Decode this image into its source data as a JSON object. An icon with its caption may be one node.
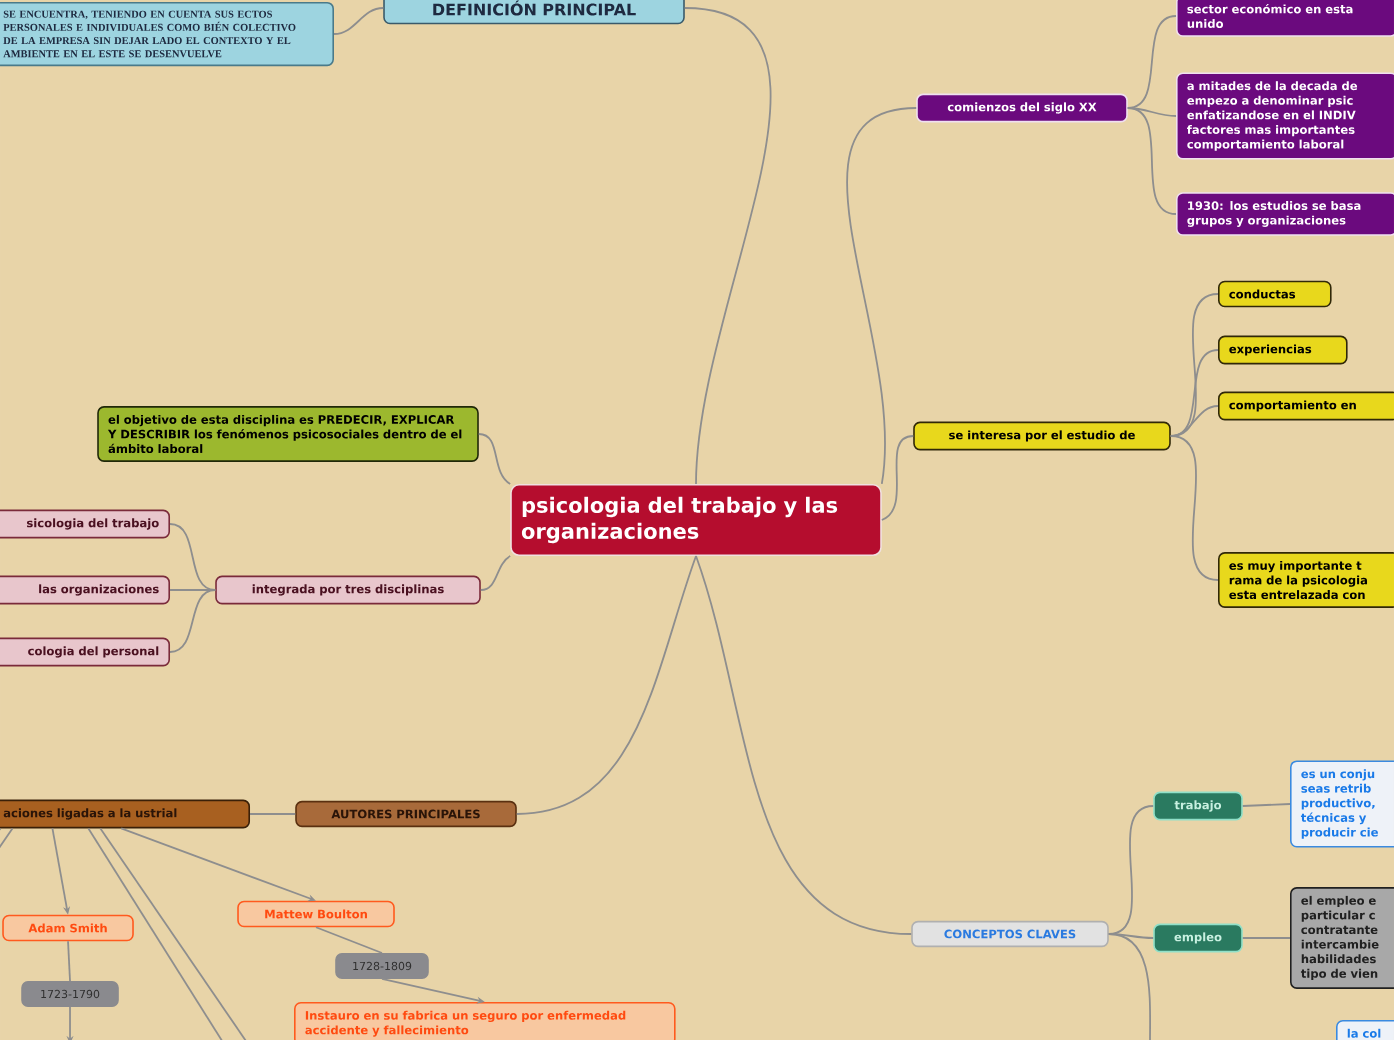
{
  "diagram": {
    "nodes": [
      {
        "text": [
          "SE ENCUENTRA, TENIENDO EN CUENTA SUS ECTOS PERSONALES E INDIVIDUALES COMO BIÉN COLECTIVO DE LA EMPRESA SIN DEJAR LADO EL CONTEXTO Y EL AMBIENTE EN EL ESTE SE DESENVUELVE"
        ]
      },
      {
        "text": [
          "DEFINICIÓN PRINCIPAL"
        ]
      },
      {
        "text": [
          "psicologia del trabajo y las organizaciones"
        ]
      },
      {
        "text": [
          "comienzos del siglo XX"
        ]
      },
      {
        "text": [
          "sector económico en esta unido"
        ]
      },
      {
        "text": [
          "a mitades de la decada de empezo a denominar psic enfatizandose en el INDIV factores mas importantes comportamiento laboral"
        ]
      },
      {
        "text": [
          "1930: los estudios se basa grupos y organizaciones"
        ]
      },
      {
        "text": [
          "se interesa por el estudio de"
        ]
      },
      {
        "text": [
          "conductas"
        ]
      },
      {
        "text": [
          "experiencias"
        ]
      },
      {
        "text": [
          "comportamiento en"
        ]
      },
      {
        "text": [
          "es muy importante t rama de la psicologia esta entrelazada con"
        ]
      },
      {
        "text": [
          "el objetivo de esta disciplina es PREDECIR, EXPLICAR Y DESCRIBIR los fenómenos psicosociales dentro de el ámbito laboral"
        ]
      },
      {
        "text": [
          "integrada por tres disciplinas"
        ]
      },
      {
        "text": [
          "sicologia del trabajo"
        ]
      },
      {
        "text": [
          "las organizaciones"
        ]
      },
      {
        "text": [
          "cologia del personal"
        ]
      },
      {
        "text": [
          "AUTORES PRINCIPALES"
        ]
      },
      {
        "text": [
          "aciones ligadas a la ustrial"
        ]
      },
      {
        "text": [
          "Adam Smith"
        ]
      },
      {
        "text": [
          "1723-1790"
        ]
      },
      {
        "text": [
          "Mattew Boulton"
        ]
      },
      {
        "text": [
          "1728-1809"
        ]
      },
      {
        "text": [
          "Instauro en su fabrica un seguro por enfermedad accidente y fallecimiento"
        ]
      },
      {
        "text": [
          "CONCEPTOS CLAVES"
        ]
      },
      {
        "text": [
          "trabajo"
        ]
      },
      {
        "text": [
          "es un conju seas retrib productivo, técnicas y producir cie"
        ]
      },
      {
        "text": [
          "empleo"
        ]
      },
      {
        "text": [
          "el empleo e particular c contratante intercambie habilidades tipo de vien"
        ]
      },
      {
        "text": [
          "la col"
        ]
      }
    ],
    "edges": [
      {
        "from": 2,
        "to": 1,
        "arrow": "none"
      },
      {
        "from": 1,
        "to": 0,
        "arrow": "none"
      },
      {
        "from": 2,
        "to": 3,
        "arrow": "none"
      },
      {
        "from": 3,
        "to": 4,
        "arrow": "none"
      },
      {
        "from": 3,
        "to": 5,
        "arrow": "none"
      },
      {
        "from": 3,
        "to": 6,
        "arrow": "none"
      },
      {
        "from": 2,
        "to": 7,
        "arrow": "none"
      },
      {
        "from": 7,
        "to": 8,
        "arrow": "none"
      },
      {
        "from": 7,
        "to": 9,
        "arrow": "none"
      },
      {
        "from": 7,
        "to": 10,
        "arrow": "none"
      },
      {
        "from": 7,
        "to": 11,
        "arrow": "none"
      },
      {
        "from": 2,
        "to": 12,
        "arrow": "none"
      },
      {
        "from": 2,
        "to": 13,
        "arrow": "none"
      },
      {
        "from": 13,
        "to": 14,
        "arrow": "none"
      },
      {
        "from": 13,
        "to": 15,
        "arrow": "none"
      },
      {
        "from": 13,
        "to": 16,
        "arrow": "none"
      },
      {
        "from": 2,
        "to": 17,
        "arrow": "none"
      },
      {
        "from": 17,
        "to": 18,
        "arrow": "none"
      },
      {
        "from": 18,
        "to": 21,
        "arrow": "to"
      },
      {
        "from": 18,
        "to": 19,
        "arrow": "to"
      },
      {
        "from": 19,
        "to": 20,
        "arrow": "none"
      },
      {
        "from": 20,
        "to": null,
        "arrow": "to"
      },
      {
        "from": 21,
        "to": 22,
        "arrow": "none"
      },
      {
        "from": 22,
        "to": 23,
        "arrow": "to"
      },
      {
        "from": 2,
        "to": 24,
        "arrow": "none"
      },
      {
        "from": 24,
        "to": 25,
        "arrow": "none"
      },
      {
        "from": 24,
        "to": 27,
        "arrow": "none"
      },
      {
        "from": 24,
        "to": null,
        "arrow": "none"
      },
      {
        "from": 25,
        "to": 26,
        "arrow": "none"
      },
      {
        "from": 27,
        "to": 28,
        "arrow": "none"
      },
      {
        "from": 18,
        "to": null,
        "arrow": "none"
      },
      {
        "from": 18,
        "to": null,
        "arrow": "none"
      },
      {
        "from": 18,
        "to": null,
        "arrow": "none"
      },
      {
        "from": 18,
        "to": null,
        "arrow": "none"
      }
    ]
  }
}
